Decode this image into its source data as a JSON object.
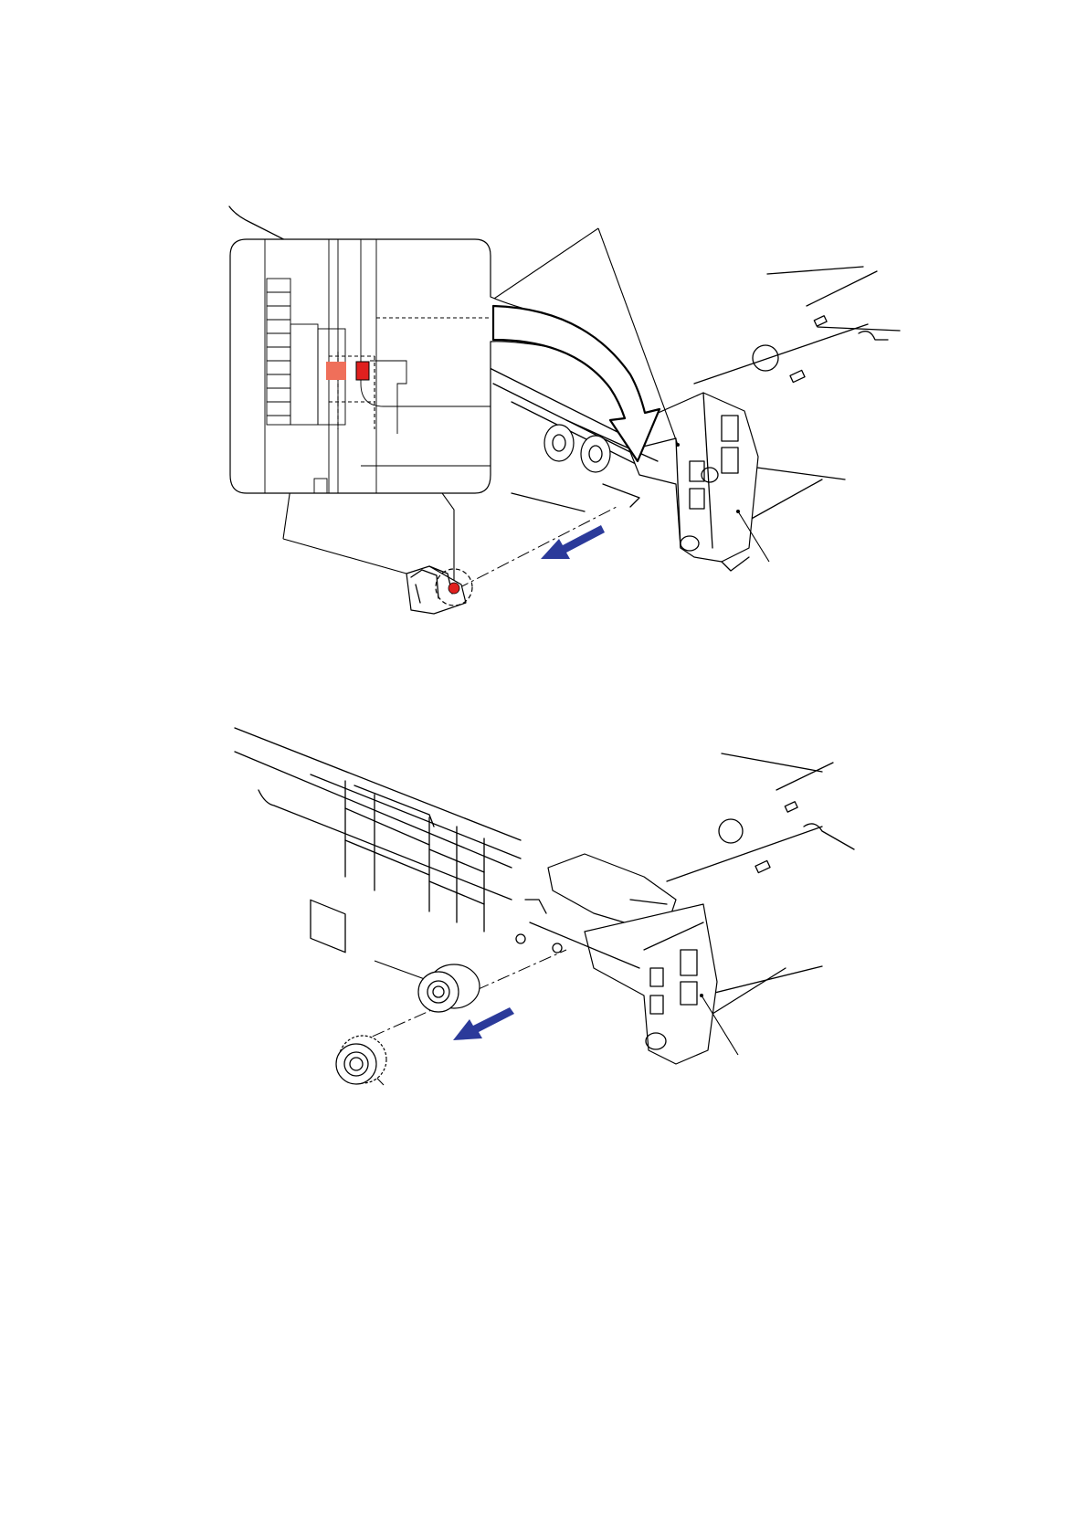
{
  "figures": [
    {
      "id": "figure-1",
      "description_none": "",
      "parts": [
        "pickup-arm",
        "detail-inset",
        "frame",
        "gears",
        "red-marker",
        "arrows"
      ]
    },
    {
      "id": "figure-2",
      "parts": [
        "bearing",
        "gear",
        "frame",
        "arrow"
      ]
    }
  ],
  "colors": {
    "line": "#000000",
    "arrow_blue": "#2b3a9a",
    "marker_red": "#e0201e",
    "marker_salmon": "#ef6f5a",
    "background": "#ffffff"
  },
  "icons": {
    "pull_arrow": "arrow-down-left-icon",
    "curved_arrow": "curved-arrow-icon"
  }
}
